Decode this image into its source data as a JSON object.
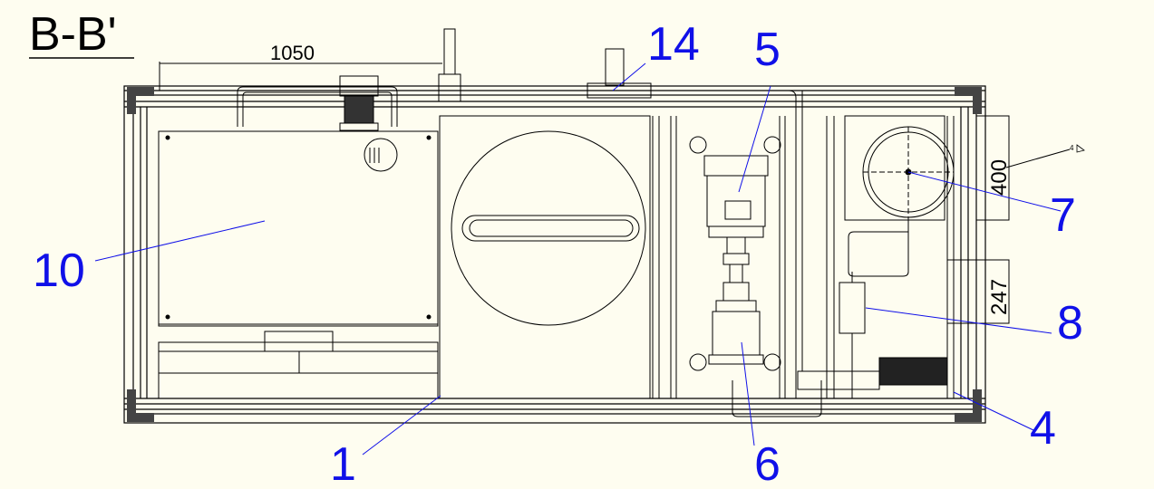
{
  "section_title": "B-B'",
  "dimensions": {
    "width_label": "1050",
    "height_label_1": "400",
    "height_label_2": "247",
    "small_mark": "4"
  },
  "callouts": [
    "14",
    "5",
    "7",
    "10",
    "8",
    "1",
    "6",
    "4"
  ],
  "colors": {
    "background": "#fefdf0",
    "linework": "#000000",
    "callout": "#1010e8"
  }
}
